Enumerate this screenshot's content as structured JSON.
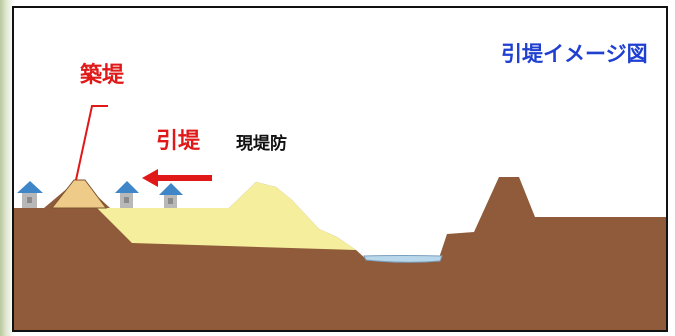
{
  "labels": {
    "title": "引堤イメージ図",
    "new_levee": "築堤",
    "levee_setback": "引堤",
    "existing_levee": "現堤防"
  },
  "colors": {
    "ground": "#8f5b3a",
    "fill_earth": "#f4ee9d",
    "new_levee": "#efcb8a",
    "water": "#b9d7ea",
    "house_roof": "#3f86c9",
    "arrow": "#e01818",
    "title_text": "#1f3fd1",
    "label_red": "#e01818"
  },
  "icons": {
    "house": "house-icon",
    "arrow": "arrow-left-icon"
  }
}
